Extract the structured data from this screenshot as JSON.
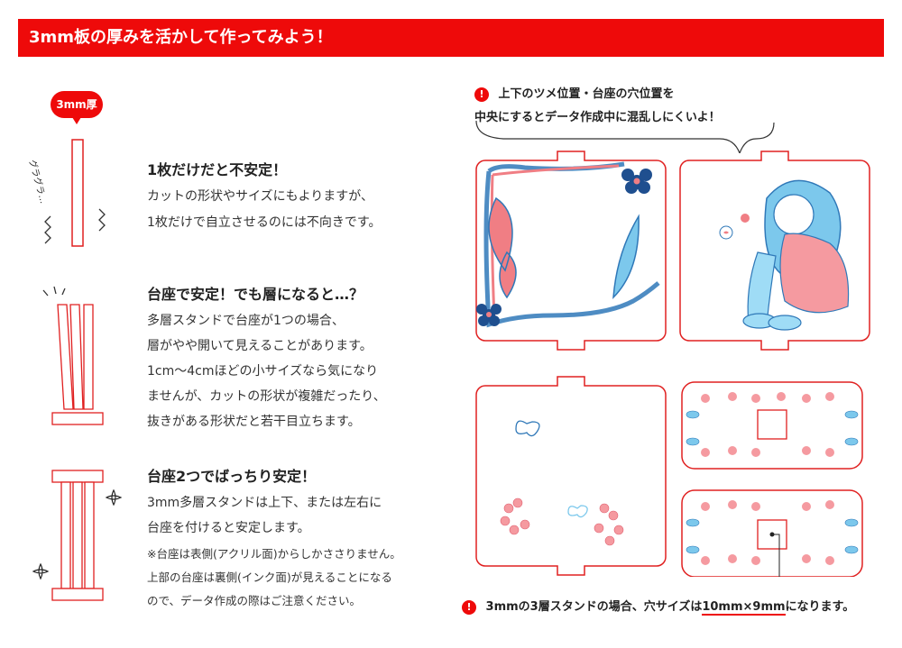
{
  "header": {
    "title": "3mm板の厚みを活かして作ってみよう！"
  },
  "left": {
    "badge": "3mm厚",
    "wobble": "グラグラ…",
    "sections": [
      {
        "title": "1枚だけだと不安定！",
        "lines": [
          "カットの形状やサイズにもよりますが、",
          "1枚だけで自立させるのには不向きです。"
        ]
      },
      {
        "title": "台座で安定！でも層になると…？",
        "lines": [
          "多層スタンドで台座が1つの場合、",
          "層がやや開いて見えることがあります。",
          "1cm〜4cmほどの小サイズなら気になり",
          "ませんが、カットの形状が複雑だったり、",
          "抜きがある形状だと若干目立ちます。"
        ]
      },
      {
        "title": "台座2つでばっちり安定！",
        "lines": [
          "3mm多層スタンドは上下、または左右に",
          "台座を付けると安定します。"
        ],
        "notes": [
          "※台座は表側(アクリル面)からしかささりません。",
          "上部の台座は裏側(インク面)が見えることになる",
          "ので、データ作成の際はご注意ください。"
        ]
      }
    ]
  },
  "right": {
    "tip": [
      "上下のツメ位置・台座の穴位置を",
      "中央にするとデータ作成中に混乱しにくいよ！"
    ],
    "footer": {
      "prefix": "3mmの3層スタンドの場合、穴サイズは",
      "highlight": "10mm×9mm",
      "suffix": "になります。"
    }
  },
  "colors": {
    "accent": "#ee0a0a",
    "pink": "#f07e84",
    "blue": "#2f78b8",
    "lightblue": "#7cc8ec"
  }
}
